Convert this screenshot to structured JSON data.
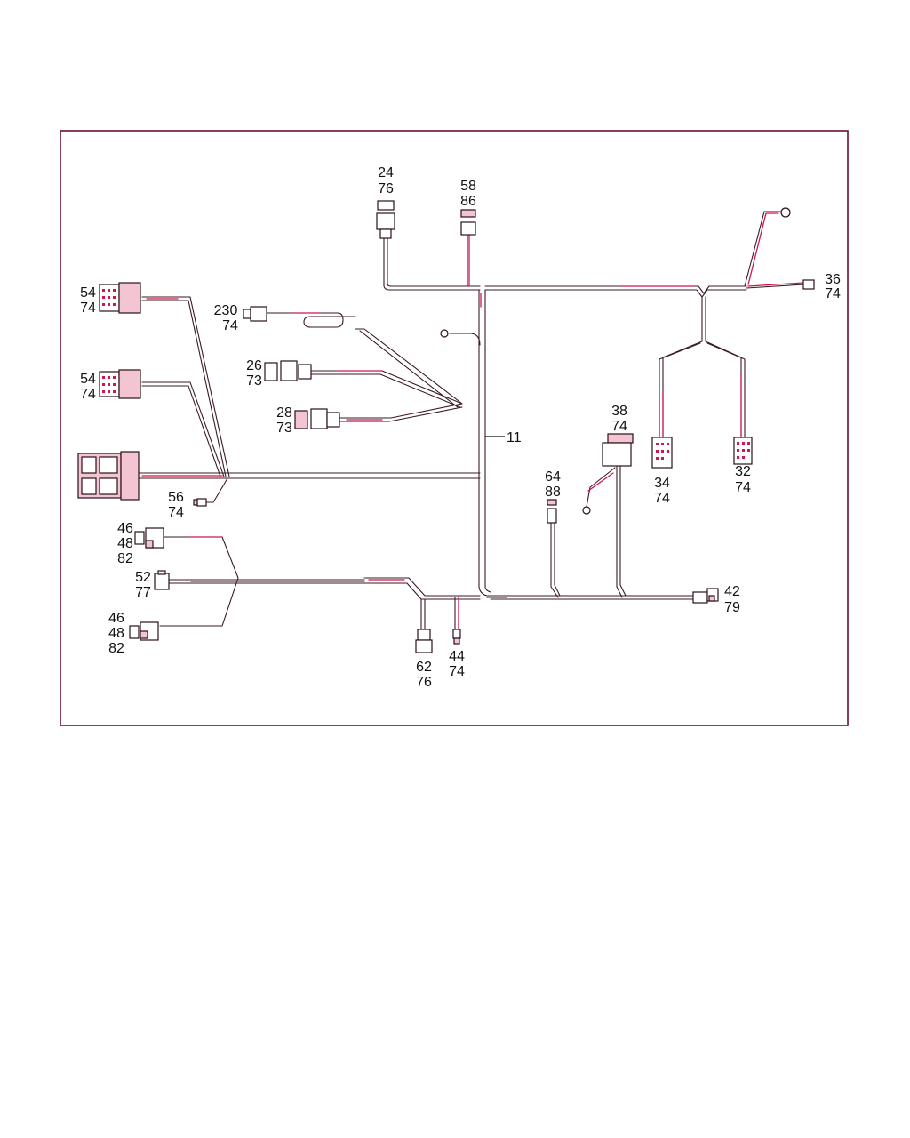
{
  "diagram": {
    "labels": {
      "c24": [
        "24",
        "76"
      ],
      "c58": [
        "58",
        "86"
      ],
      "c36": [
        "36",
        "74"
      ],
      "c54a": [
        "54",
        "74"
      ],
      "c230": [
        "230",
        "74"
      ],
      "c54b": [
        "54",
        "74"
      ],
      "c26": [
        "26",
        "73"
      ],
      "c28": [
        "28",
        "73"
      ],
      "trunk": [
        "11"
      ],
      "c38": [
        "38",
        "74"
      ],
      "c34": [
        "34",
        "74"
      ],
      "c32": [
        "32",
        "74"
      ],
      "c56": [
        "56",
        "74"
      ],
      "c64": [
        "64",
        "88"
      ],
      "c46a": [
        "46",
        "48",
        "82"
      ],
      "c52": [
        "52",
        "77"
      ],
      "c42": [
        "42",
        "79"
      ],
      "c46b": [
        "46",
        "48",
        "82"
      ],
      "c62": [
        "62",
        "76"
      ],
      "c44": [
        "44",
        "74"
      ]
    },
    "colors": {
      "frame": "#6b1030",
      "wire": "#3a1a22",
      "highlight": "#d0154a"
    }
  }
}
